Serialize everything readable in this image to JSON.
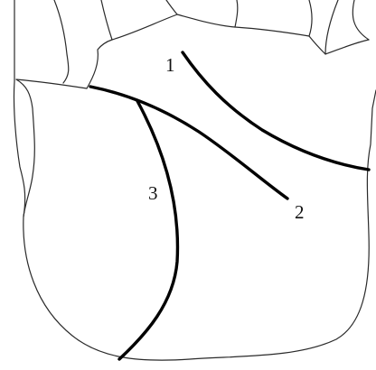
{
  "diagram": {
    "labels": {
      "line1": "1",
      "line2": "2",
      "line3": "3"
    },
    "colors": {
      "background": "#ffffff",
      "outline": "#2a2a2a",
      "crease": "#000000"
    }
  }
}
